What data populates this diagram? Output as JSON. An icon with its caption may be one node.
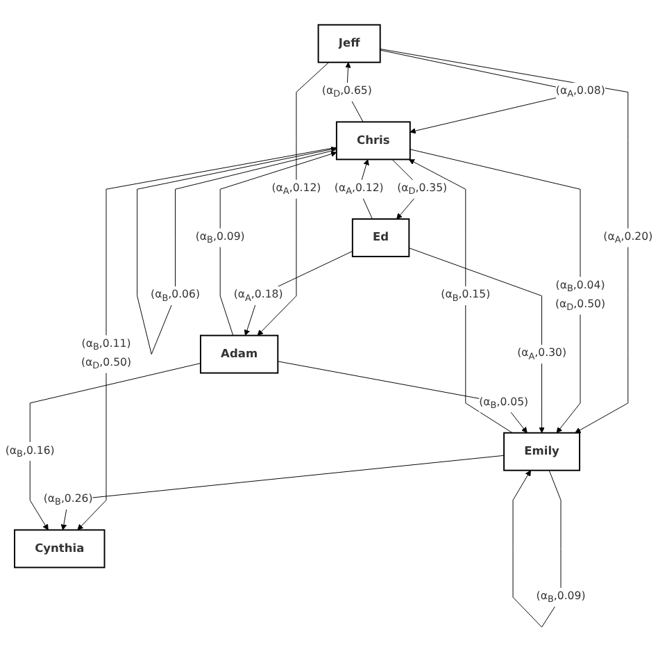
{
  "diagram": {
    "nodes": [
      {
        "text": [
          "Jeff"
        ]
      },
      {
        "text": [
          "Ed"
        ]
      },
      {
        "text": [
          "Chris"
        ]
      },
      {
        "text": [
          "Emily"
        ]
      },
      {
        "text": [
          "Adam"
        ]
      },
      {
        "text": [
          "Cynthia"
        ]
      }
    ],
    "edges": [
      {
        "from": 2,
        "to": 0,
        "arrow": "to",
        "label": "(α$_{D}$,0.65)"
      },
      {
        "from": 0,
        "to": 2,
        "arrow": "to",
        "label": "(α$_{A}$,0.08)"
      },
      {
        "from": 2,
        "to": 1,
        "arrow": "to",
        "label": "(α$_{D}$,0.35)"
      },
      {
        "from": 1,
        "to": 2,
        "arrow": "to",
        "label": "(α$_{A}$,0.12)"
      },
      {
        "from": 2,
        "to": 2,
        "arrow": "to",
        "label": "(α$_{B}$,0.06)"
      },
      {
        "from": 0,
        "to": 3,
        "arrow": "to",
        "label": "(α$_{A}$,0.20)"
      },
      {
        "from": 0,
        "to": 4,
        "arrow": "to",
        "label": "(α$_{A}$,0.12)"
      },
      {
        "from": 2,
        "to": 3,
        "arrow": "to",
        "label": "(α$_{B}$,0.04) (α$_{D}$,0.50)"
      },
      {
        "from": 1,
        "to": 3,
        "arrow": "to",
        "label": "(α$_{A}$,0.30)"
      },
      {
        "from": 1,
        "to": 4,
        "arrow": "to",
        "label": "(α$_{A}$,0.18)"
      },
      {
        "from": 3,
        "to": 2,
        "arrow": "to",
        "label": "(α$_{B}$,0.15)"
      },
      {
        "from": 4,
        "to": 2,
        "arrow": "to",
        "label": "(α$_{B}$,0.09)"
      },
      {
        "from": 2,
        "to": 5,
        "arrow": "to",
        "label": "(α$_{B}$,0.11) (α$_{D}$,0.50)"
      },
      {
        "from": 4,
        "to": 3,
        "arrow": "to",
        "label": "(α$_{B}$,0.05)"
      },
      {
        "from": 3,
        "to": 3,
        "arrow": "to",
        "label": "(α$_{B}$,0.09)"
      },
      {
        "from": 3,
        "to": 5,
        "arrow": "to",
        "label": "(α$_{B}$,0.26)"
      },
      {
        "from": 4,
        "to": 5,
        "arrow": "to",
        "label": "(α$_{B}$,0.16)"
      }
    ]
  }
}
